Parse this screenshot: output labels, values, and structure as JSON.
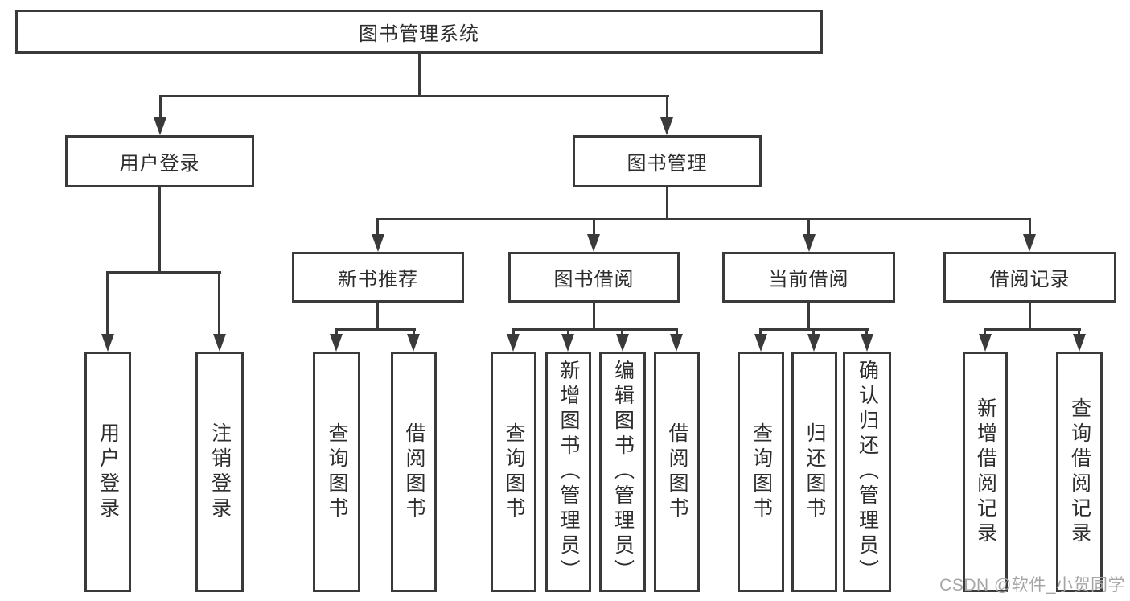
{
  "diagram": {
    "type": "org-tree",
    "colors": {
      "line": "#3a3a3a",
      "box_border": "#3a3a3a",
      "text": "#2d2d2d",
      "background": "#ffffff",
      "watermark": "#a5a5a5"
    },
    "tree": {
      "label": "图书管理系统",
      "children": [
        {
          "label": "用户登录",
          "children": [
            {
              "label": "用户登录"
            },
            {
              "label": "注销登录"
            }
          ]
        },
        {
          "label": "图书管理",
          "children": [
            {
              "label": "新书推荐",
              "children": [
                {
                  "label": "查询图书"
                },
                {
                  "label": "借阅图书"
                }
              ]
            },
            {
              "label": "图书借阅",
              "children": [
                {
                  "label": "查询图书"
                },
                {
                  "label": "新增图书（管理员）"
                },
                {
                  "label": "编辑图书（管理员）"
                },
                {
                  "label": "借阅图书"
                }
              ]
            },
            {
              "label": "当前借阅",
              "children": [
                {
                  "label": "查询图书"
                },
                {
                  "label": "归还图书"
                },
                {
                  "label": "确认归还（管理员）"
                }
              ]
            },
            {
              "label": "借阅记录",
              "children": [
                {
                  "label": "新增借阅记录"
                },
                {
                  "label": "查询借阅记录"
                }
              ]
            }
          ]
        }
      ]
    },
    "watermark": {
      "text": "CSDN @软件_小贺同学"
    }
  }
}
